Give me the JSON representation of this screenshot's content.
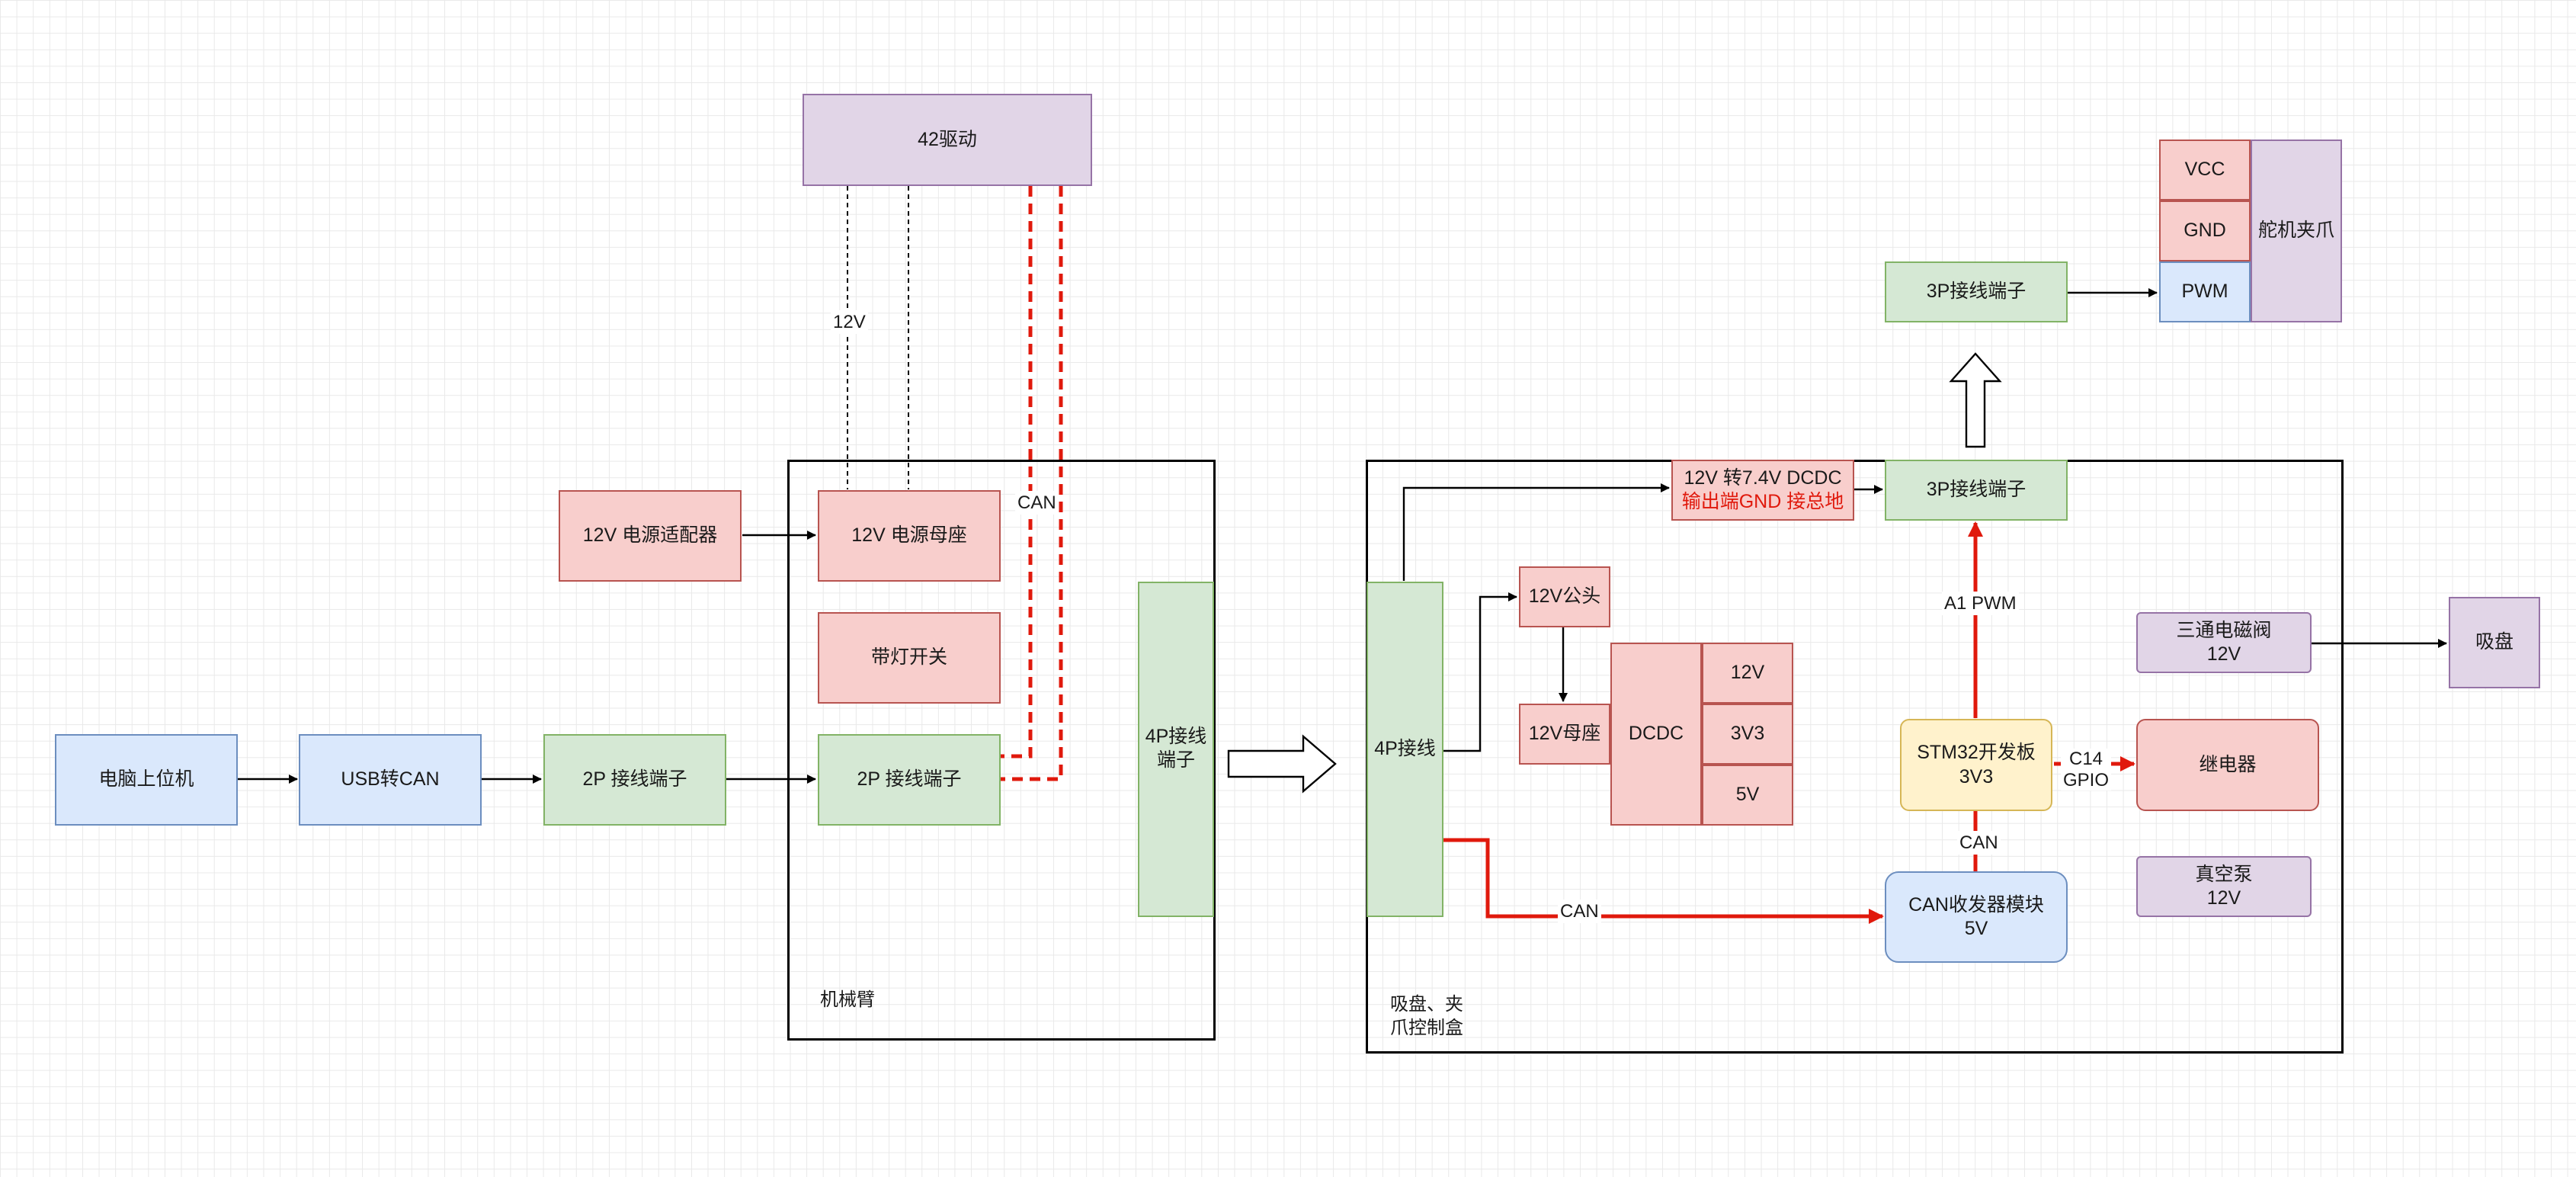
{
  "nodes": {
    "pc_host": "电脑上位机",
    "usb_can": "USB转CAN",
    "terminal_2p_left": "2P 接线端子",
    "power_adapter": "12V 电源适配器",
    "driver_42": "42驱动",
    "power_socket": "12V 电源母座",
    "lamp_switch": "带灯开关",
    "terminal_2p_inner": "2P 接线端子",
    "terminal_4p_arm_line1": "4P接线",
    "terminal_4p_arm_line2": "端子",
    "arm_box_label": "机械臂",
    "terminal_4p_ctrl": "4P接线",
    "male_12v": "12V公头",
    "female_12v": "12V母座",
    "dcdc": "DCDC",
    "out_12v": "12V",
    "out_3v3": "3V3",
    "out_5v": "5V",
    "dcdc_74_line1": "12V 转7.4V DCDC",
    "dcdc_74_line2": "输出端GND 接总地",
    "terminal_3p_inner": "3P接线端子",
    "terminal_3p_outer": "3P接线端子",
    "vcc": "VCC",
    "gnd": "GND",
    "pwm": "PWM",
    "servo_gripper": "舵机夹爪",
    "stm32_line1": "STM32开发板",
    "stm32_line2": "3V3",
    "can_module_line1": "CAN收发器模块",
    "can_module_line2": "5V",
    "valve_line1": "三通电磁阀",
    "valve_line2": "12V",
    "relay": "继电器",
    "vacuum_line1": "真空泵",
    "vacuum_line2": "12V",
    "suction_cup": "吸盘",
    "ctrl_box_label_line1": "吸盘、夹",
    "ctrl_box_label_line2": "爪控制盒"
  },
  "edge_labels": {
    "v12": "12V",
    "can_top": "CAN",
    "a1_pwm": "A1 PWM",
    "can_module": "CAN",
    "can_bottom": "CAN",
    "c14_line1": "C14",
    "c14_line2": "GPIO"
  },
  "colors": {
    "blue_fill": "#dae8fc",
    "green_fill": "#d5e8d4",
    "red_fill": "#f8cecc",
    "purple_fill": "#e1d5e7",
    "yellow_fill": "#fff2cc",
    "red_wire": "#e0190c"
  }
}
